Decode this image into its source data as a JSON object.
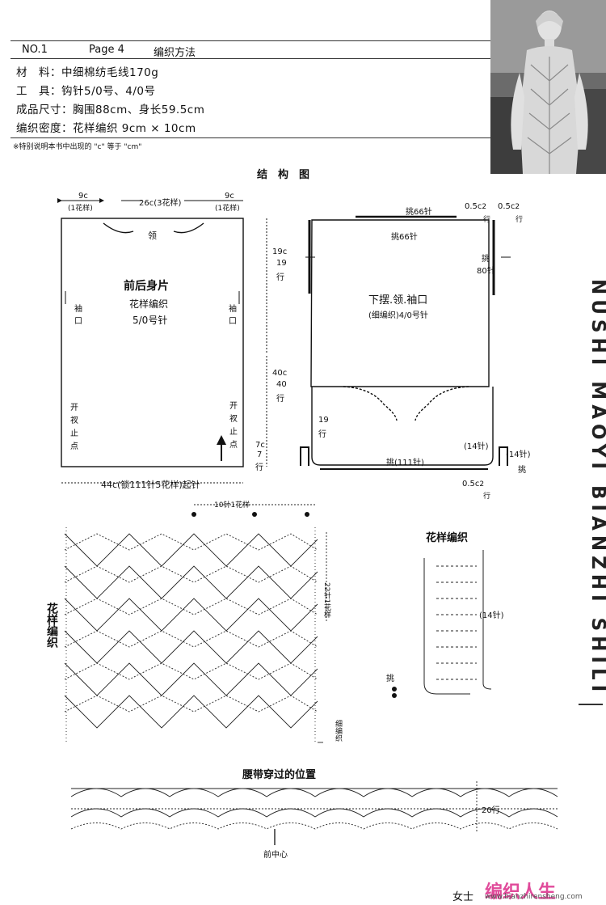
{
  "header": {
    "no": "NO.1",
    "page": "Page 4",
    "method": "编织方法"
  },
  "specs": [
    {
      "label": "材　料：",
      "value": "中细棉纺毛线170g"
    },
    {
      "label": "工　具：",
      "value": "钩针5/0号、4/0号"
    },
    {
      "label": "成品尺寸：",
      "value": "胸围88cm、身长59.5cm"
    },
    {
      "label": "编织密度：",
      "value": "花样编织  9cm × 10cm"
    }
  ],
  "note": "※特别说明本书中出现的 \"c\" 等于 \"cm\"",
  "structure_title": "结　构　图",
  "left_diagram": {
    "top_left": "9c",
    "top_left_sub": "(1花样)",
    "top_mid": "26c(3花样)",
    "top_right": "9c",
    "top_right_sub": "(1花样)",
    "collar": "领",
    "title": "前后身片",
    "pattern": "花样编织",
    "needle": "5/0号针",
    "sleeve_l1": "袖",
    "sleeve_l2": "口",
    "sleeve_r1": "袖",
    "sleeve_r2": "口",
    "split1": "开",
    "split2": "衩",
    "split3": "止",
    "split4": "点",
    "h1": "19c",
    "h1b": "19",
    "h1c": "行",
    "h2": "40c",
    "h2b": "40",
    "h2c": "行",
    "h3": "7c",
    "h3b": "7",
    "h3c": "行",
    "bottom": "44c(锁111针5花样)起针"
  },
  "right_diagram": {
    "pick_top": "挑66针",
    "pick_inner": "挑66针",
    "edge1": "0.5c",
    "edge1b": "2",
    "edge1c": "行",
    "edge2": "0.5c",
    "edge2b": "2",
    "edge2c": "行",
    "pick_side1": "挑",
    "pick_side2": "80针",
    "title": "下摆.领.袖口",
    "sub": "(细编织)4/0号针",
    "rows19": "19",
    "rows19b": "行",
    "st14a": "(14针)",
    "st14b": "(14针)",
    "pick_bottom": "挑(111针)",
    "pick_r": "挑",
    "edge3": "0.5c",
    "edge3b": "2",
    "edge3c": "行"
  },
  "chart": {
    "repeat_top": "10针1花样",
    "repeat_side": "22针1花样",
    "label": "花样编织",
    "fine": "细编织",
    "mini_title": "花样编织",
    "mini_14": "(14针)",
    "mini_pick": "挑"
  },
  "belt": {
    "title": "腰带穿过的位置",
    "rows": "20行",
    "center": "前中心"
  },
  "side_text": "NUSHI MAOYI BIANZHI SHILI",
  "footer": {
    "left": "女士",
    "watermark": "编织人生",
    "url": "www.bianzhirensheng.com"
  }
}
